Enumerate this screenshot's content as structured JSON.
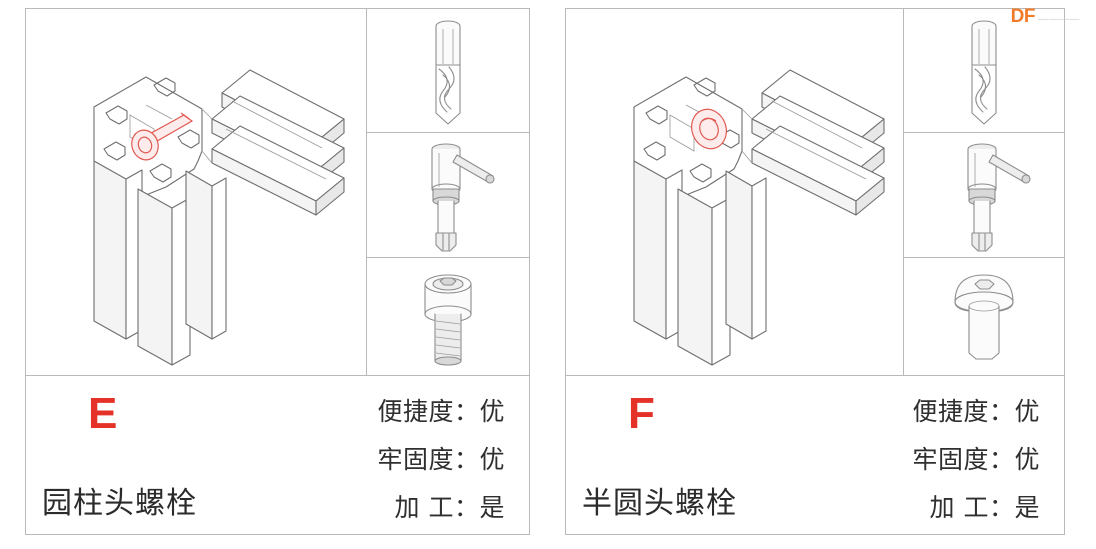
{
  "watermark": {
    "brand": "DF",
    "subtext": "————"
  },
  "panels": [
    {
      "id": "E",
      "grade_letter": "E",
      "part_name": "园柱头螺栓",
      "specs": [
        {
          "key": "便捷度",
          "sep": "：",
          "value": "优"
        },
        {
          "key": "牢固度",
          "sep": "：",
          "value": "优"
        },
        {
          "key": "加  工",
          "sep": "：",
          "value": "是"
        }
      ],
      "assembly_caption": "t-slot-extrusion-corner-joint",
      "tools": [
        {
          "name": "twist-drill-bit"
        },
        {
          "name": "counterbore-spotface-tool"
        },
        {
          "name": "socket-head-cap-screw"
        }
      ]
    },
    {
      "id": "F",
      "grade_letter": "F",
      "part_name": "半圆头螺栓",
      "specs": [
        {
          "key": "便捷度",
          "sep": "：",
          "value": "优"
        },
        {
          "key": "牢固度",
          "sep": "：",
          "value": "优"
        },
        {
          "key": "加  工",
          "sep": "：",
          "value": "是"
        }
      ],
      "assembly_caption": "t-slot-extrusion-corner-joint",
      "tools": [
        {
          "name": "twist-drill-bit"
        },
        {
          "name": "counterbore-spotface-tool"
        },
        {
          "name": "button-head-screw"
        }
      ]
    }
  ],
  "colors": {
    "grade_red": "#e53228",
    "text": "#2f2f2f",
    "border": "#b9b9b9",
    "line": "#6e6e6e",
    "bolt_highlight": "#e05a52",
    "watermark_brand": "#f07c2a",
    "background": "#ffffff"
  }
}
